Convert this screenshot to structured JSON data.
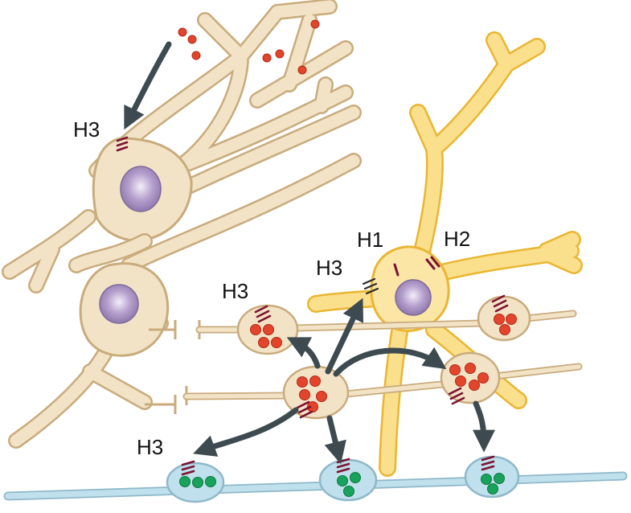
{
  "labels": {
    "h3_top": "H3",
    "h1": "H1",
    "h2": "H2",
    "h3_center": "H3",
    "h3_mid": "H3",
    "h3_bottom": "H3"
  },
  "colors": {
    "neuron_fill": "#f2e3c6",
    "neuron_stroke": "#c9ab7c",
    "astro_fill": "#fadf8c",
    "astro_stroke": "#eab632",
    "nucleus": "#a691bf",
    "vesicle_red": "#e2452b",
    "vesicle_green": "#18a25b",
    "axon_blue": "#bfe0ec",
    "axon_blue_stroke": "#8fb8c9",
    "receptor": "#7d1230",
    "arrow": "#3d4a4f"
  },
  "icons": [
    "curved-arrow-icon",
    "receptor-icon",
    "vesicle-icon",
    "nucleus-icon"
  ]
}
